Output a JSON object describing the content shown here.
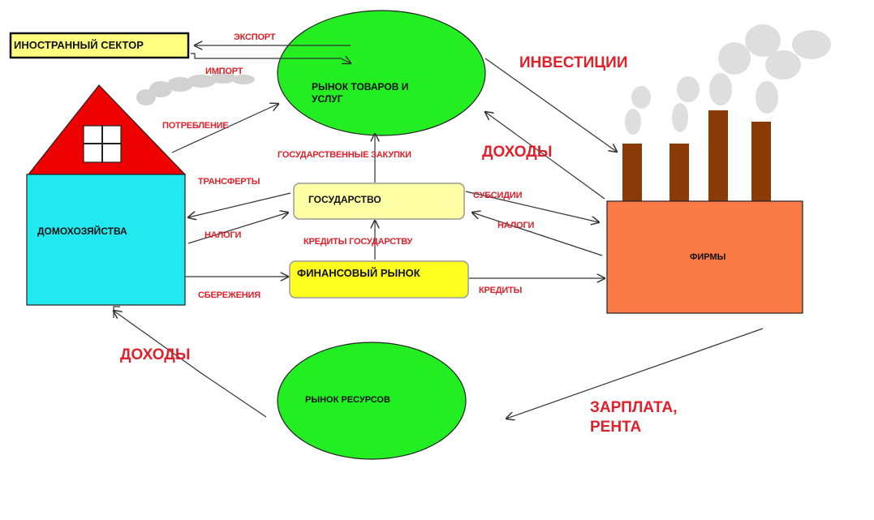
{
  "nodes": {
    "foreign": "ИНОСТРАННЫЙ СЕКТОР",
    "goods_market": "РЫНОК ТОВАРОВ И УСЛУГ",
    "households": "ДОМОХОЗЯЙСТВА",
    "government": "ГОСУДАРСТВО",
    "financial_market": "ФИНАНСОВЫЙ РЫНОК",
    "firms": "ФИРМЫ",
    "resource_market": "РЫНОК РЕСУРСОВ"
  },
  "flows": {
    "export": "ЭКСПОРТ",
    "import": "ИМПОРТ",
    "investment": "ИНВЕСТИЦИИ",
    "consumption": "ПОТРЕБЛЕНИЕ",
    "gov_purchases": "ГОСУДАРСТВЕННЫЕ ЗАКУПКИ",
    "income_firms": "ДОХОДЫ",
    "transfers": "ТРАНСФЕРТЫ",
    "subsidies": "СУБСИДИИ",
    "taxes_households": "НАЛОГИ",
    "taxes_firms": "НАЛОГИ",
    "gov_credits": "КРЕДИТЫ ГОСУДАРСТВУ",
    "savings": "СБЕРЕЖЕНИЯ",
    "credits": "КРЕДИТЫ",
    "income_households": "ДОХОДЫ",
    "wages_rent": "ЗАРПЛАТА, РЕНТА"
  },
  "colors": {
    "ellipse_fill": "#22ee22",
    "house_wall": "#22e8f0",
    "roof": "#ee0000",
    "firm_fill": "#fb7b46",
    "chimney": "#8a3a06",
    "box_fill": "#ffffa6",
    "foreign_fill": "#ffff80",
    "label_red": "#e0202a"
  }
}
